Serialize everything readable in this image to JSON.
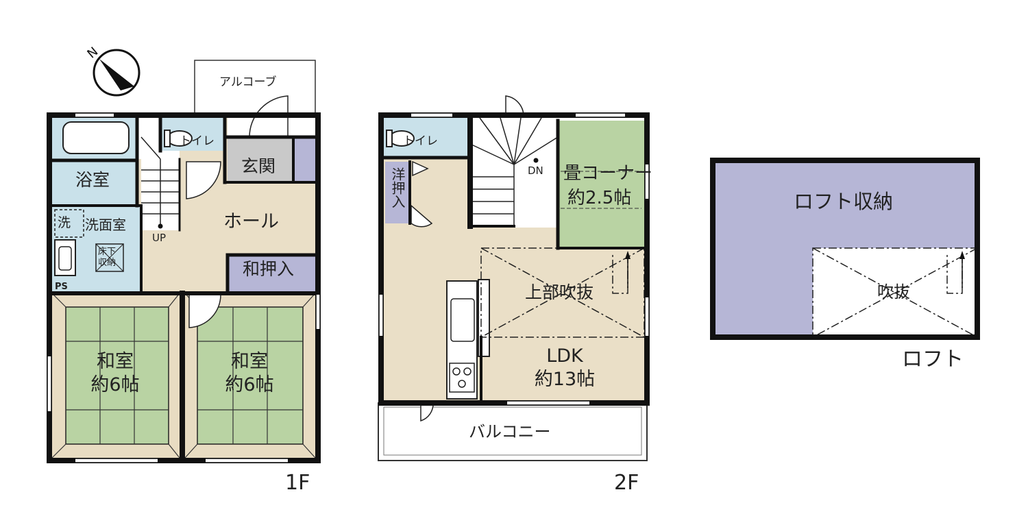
{
  "floor1": {
    "label": "1F",
    "rooms": {
      "alcove": "アルコーブ",
      "toilet": "トイレ",
      "genkan": "玄関",
      "bath": "浴室",
      "hall": "ホール",
      "washroom": "洗面室",
      "washer": "洗",
      "underfloor_storage": "床下収納",
      "closet": "和押入",
      "ps": "PS",
      "up": "UP",
      "washitsu_left_name": "和室",
      "washitsu_left_size": "約6帖",
      "washitsu_right_name": "和室",
      "washitsu_right_size": "約6帖"
    }
  },
  "floor2": {
    "label": "2F",
    "rooms": {
      "toilet": "トイレ",
      "closet": "洋押入",
      "dn": "DN",
      "tatami_corner_name": "畳コーナー",
      "tatami_corner_size": "約2.5帖",
      "void_above": "上部吹抜",
      "ldk_name": "LDK",
      "ldk_size": "約13帖",
      "balcony": "バルコニー"
    }
  },
  "loft": {
    "label": "ロフト",
    "rooms": {
      "storage": "ロフト収納",
      "void": "吹抜"
    }
  },
  "colors": {
    "wall": "#111111",
    "hall_floor": "#eadfc7",
    "wet_area": "#c9e1ea",
    "tatami": "#b9d3a3",
    "storage": "#b6b6d6",
    "genkan": "#c9c9c9"
  },
  "icons": [
    "compass-icon",
    "bathtub-icon",
    "toilet-icon",
    "washbasin-icon",
    "stove-icon",
    "sink-icon",
    "door-swing-icon"
  ]
}
